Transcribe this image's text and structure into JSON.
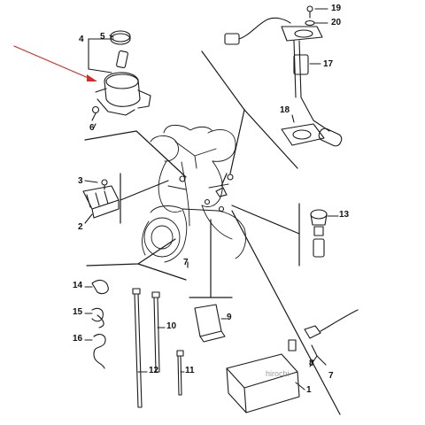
{
  "labels": {
    "p1": "1",
    "p2": "2",
    "p3": "3",
    "p4": "4",
    "p5": "5",
    "p6": "6",
    "p7a": "7",
    "p7b": "7",
    "p8": "8",
    "p9": "9",
    "p10": "10",
    "p11": "11",
    "p12": "12",
    "p13": "13",
    "p14": "14",
    "p15": "15",
    "p16": "16",
    "p17": "17",
    "p18": "18",
    "p19": "19",
    "p20": "20"
  },
  "watermark": "hirochi",
  "colors": {
    "line": "#1a1a1a",
    "pointer_arrow": "#d42a2a"
  }
}
